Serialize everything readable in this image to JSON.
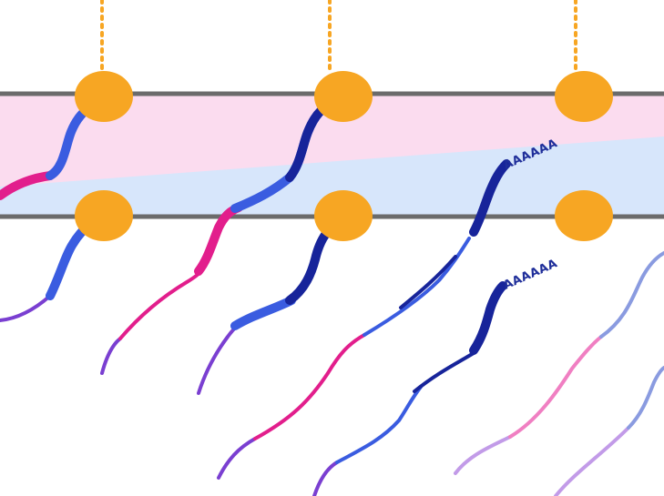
{
  "colors": {
    "background": "#ffffff",
    "upper_band": "#fbdcef",
    "lower_band": "#d7e6fb",
    "band_border": "#6b6b6b",
    "node": "#f7a623",
    "tether": "#f7a623",
    "dark_blue": "#17249a",
    "mid_blue": "#3a5ce0",
    "magenta": "#e21e8c",
    "purple": "#7a3fd1",
    "light_blue": "#8a9be0",
    "light_pink": "#f07fc2",
    "lavender": "#c29be8"
  },
  "icons": {
    "node": "orange-ellipse",
    "tether": "dotted-line"
  },
  "labels": {
    "poly_a_upper": "AAAAAA",
    "poly_a_lower": "AAAAAA"
  }
}
